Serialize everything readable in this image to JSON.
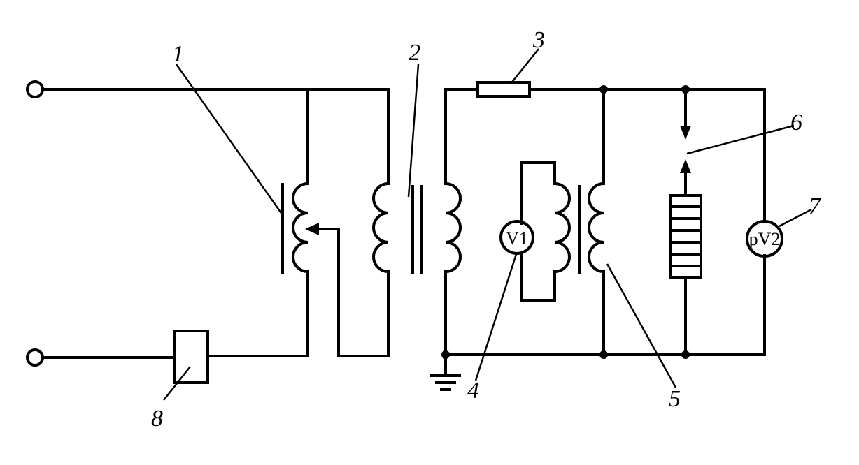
{
  "labels": {
    "l1": "1",
    "l2": "2",
    "l3": "3",
    "l4": "4",
    "l5": "5",
    "l6": "6",
    "l7": "7",
    "l8": "8"
  },
  "meters": {
    "v1": "V1",
    "pv2": "pV2"
  }
}
